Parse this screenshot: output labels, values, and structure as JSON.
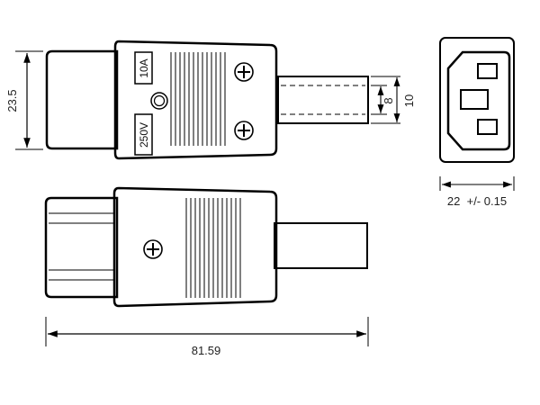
{
  "colors": {
    "line": "#000000",
    "fill": "#ffffff",
    "text": "#222222"
  },
  "labels": {
    "height_dim": "23.5",
    "cable_inner_dim": "8",
    "cable_outer_dim": "10",
    "socket_width_dim": "22  +/- 0.15",
    "length_dim": "81.59",
    "current_rating": "10A",
    "voltage_rating": "250V"
  },
  "icons": {
    "screw": "plus-screw-icon",
    "indicator": "ring-icon",
    "arrow": "arrowhead-icon"
  }
}
